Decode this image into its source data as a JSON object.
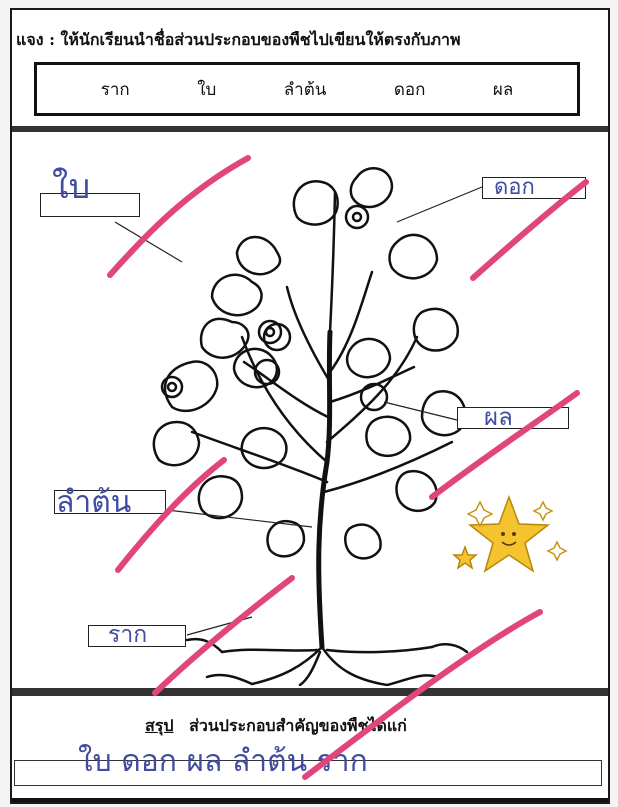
{
  "worksheet": {
    "instruction": "แจง : ให้นักเรียนนำชื่อส่วนประกอบของพืชไปเขียนให้ตรงกับภาพ",
    "word_bank": [
      "ราก",
      "ใบ",
      "ลำต้น",
      "ดอก",
      "ผล"
    ],
    "labels": {
      "leaf": "ใบ",
      "flower": "ดอก",
      "fruit": "ผล",
      "stem": "ลำต้น",
      "root": "ราก"
    },
    "summary": {
      "label": "สรุป",
      "text": "ส่วนประกอบสำคัญของพืชได้แก่",
      "answer": "ใบ ดอก ผล ลำต้น ราก"
    }
  },
  "colors": {
    "handwriting": "#3f4ca0",
    "check_marks": "#e0457b",
    "star": "#f4c430"
  },
  "icons": {
    "plant": "plant-illustration",
    "star": "smiling-star-sticker"
  }
}
